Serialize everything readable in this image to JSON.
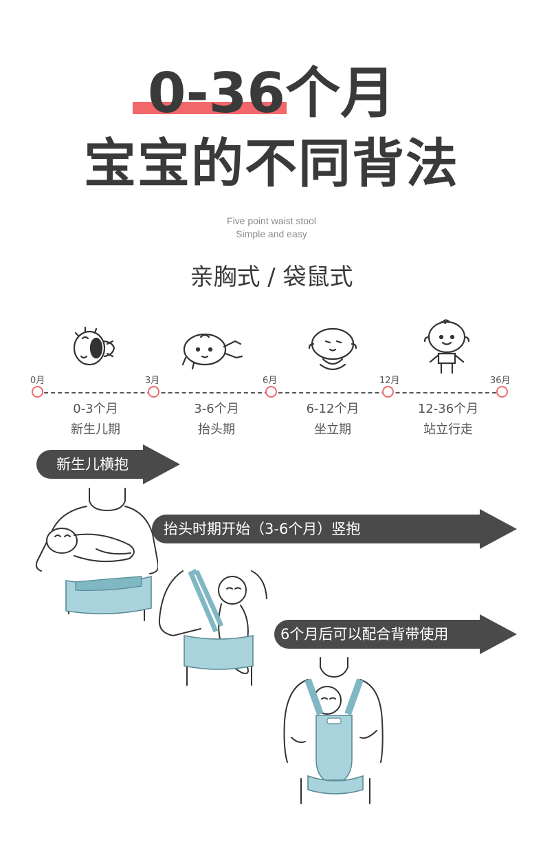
{
  "title": {
    "number": "0-36",
    "unit": "个月",
    "line2": "宝宝的不同背法"
  },
  "subtitle_en": [
    "Five point waist stool",
    "Simple and easy"
  ],
  "section_title": "亲胸式 / 袋鼠式",
  "timeline": {
    "marks": [
      "0月",
      "3月",
      "6月",
      "12月",
      "36月"
    ],
    "stages": [
      {
        "range": "0-3个月",
        "name": "新生儿期"
      },
      {
        "range": "3-6个月",
        "name": "抬头期"
      },
      {
        "range": "6-12个月",
        "name": "坐立期"
      },
      {
        "range": "12-36个月",
        "name": "站立行走"
      }
    ],
    "icons": [
      "crying-baby-icon",
      "crawling-baby-icon",
      "sitting-baby-icon",
      "standing-baby-icon"
    ],
    "dot_color": "#f06a6c"
  },
  "arrows": [
    {
      "label": "新生儿横抱"
    },
    {
      "label": "抬头时期开始（3-6个月）竖抱"
    },
    {
      "label": "6个月后可以配合背带使用"
    }
  ],
  "colors": {
    "accent": "#f2676a",
    "arrow": "#4a4a4a",
    "carrier": "#a9d3dc",
    "carrier_dark": "#7fb7c3"
  }
}
